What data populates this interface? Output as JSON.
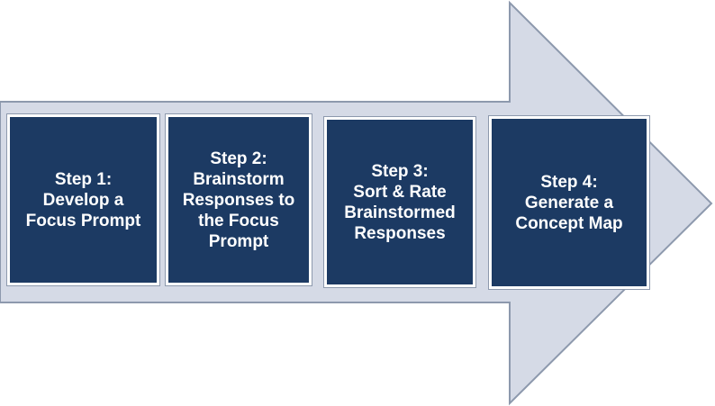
{
  "colors": {
    "arrow_fill": "#d5dae6",
    "arrow_stroke": "#8d99ad",
    "box_fill": "#1c3a63",
    "box_text": "#ffffff"
  },
  "process_arrow": {
    "direction": "right"
  },
  "steps": [
    {
      "label": "Step 1:\nDevelop a\nFocus Prompt"
    },
    {
      "label": "Step 2:\nBrainstorm\nResponses to\nthe Focus\nPrompt"
    },
    {
      "label": "Step 3:\nSort & Rate\nBrainstormed\nResponses"
    },
    {
      "label": "Step 4:\nGenerate a\nConcept Map"
    }
  ]
}
